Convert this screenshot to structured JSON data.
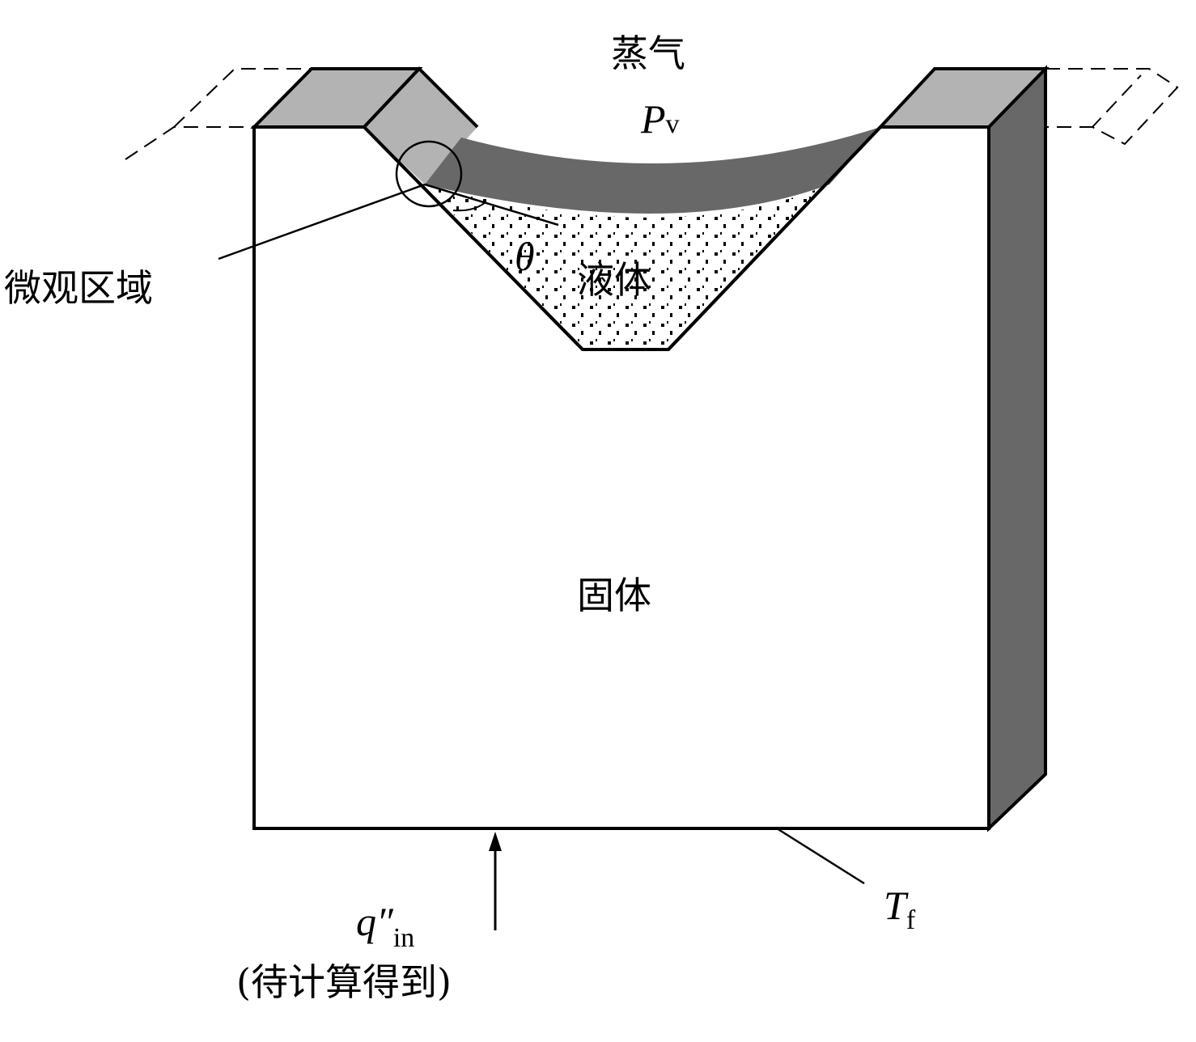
{
  "labels": {
    "vapor": "蒸气",
    "vapor_pressure_symbol": "P",
    "vapor_pressure_sub": "v",
    "contact_angle": "θ",
    "liquid": "液体",
    "solid": "固体",
    "micro_region": "微观区域",
    "heat_flux_symbol": "q″",
    "heat_flux_sub": "in",
    "heat_flux_note": "(待计算得到)",
    "fluid_temp_symbol": "T",
    "fluid_temp_sub": "f"
  },
  "colors": {
    "light_gray": "#b3b3b3",
    "dark_gray": "#686868",
    "outline": "#000000"
  }
}
